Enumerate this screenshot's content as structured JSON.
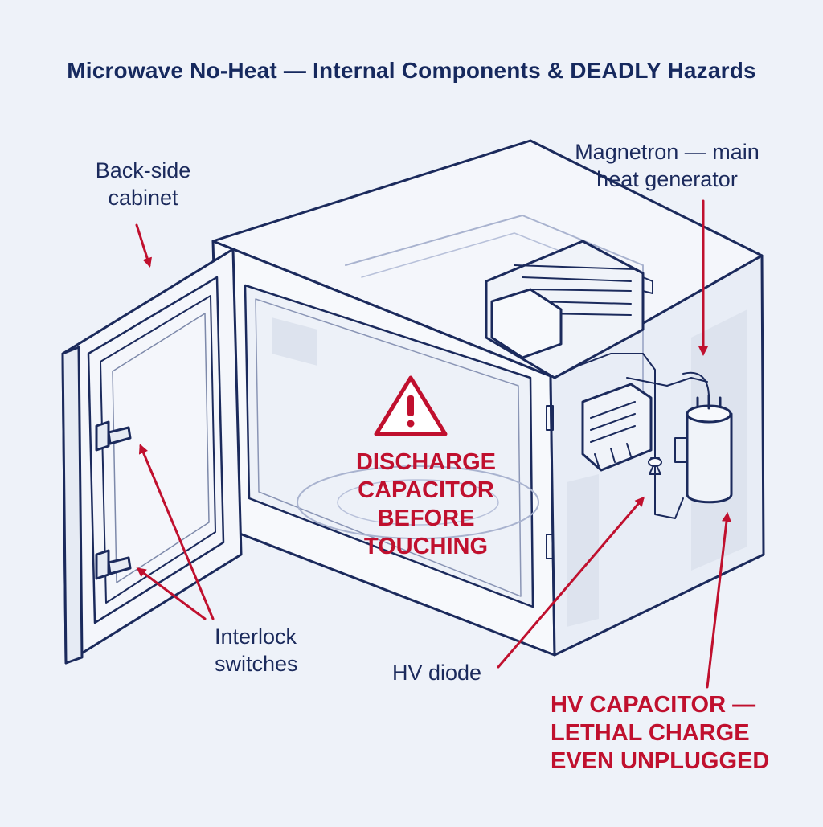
{
  "title": "Microwave No-Heat — Internal Components & DEADLY Hazards",
  "colors": {
    "outline": "#1b2a5c",
    "warning_red": "#c0102e",
    "background": "#eef2f9"
  },
  "labels": {
    "back_cabinet": [
      "Back-side",
      "cabinet"
    ],
    "magnetron": [
      "Magnetron — main",
      "heat generator"
    ],
    "warning": [
      "DISCHARGE",
      "CAPACITOR",
      "BEFORE TOUCHING"
    ],
    "interlock": [
      "Interlock",
      "switches"
    ],
    "hv_diode": "HV diode",
    "hv_capacitor": [
      "HV CAPACITOR —",
      "LETHAL CHARGE",
      "EVEN UNPLUGGED"
    ]
  },
  "icons": {
    "warning": "warning-triangle-icon"
  }
}
